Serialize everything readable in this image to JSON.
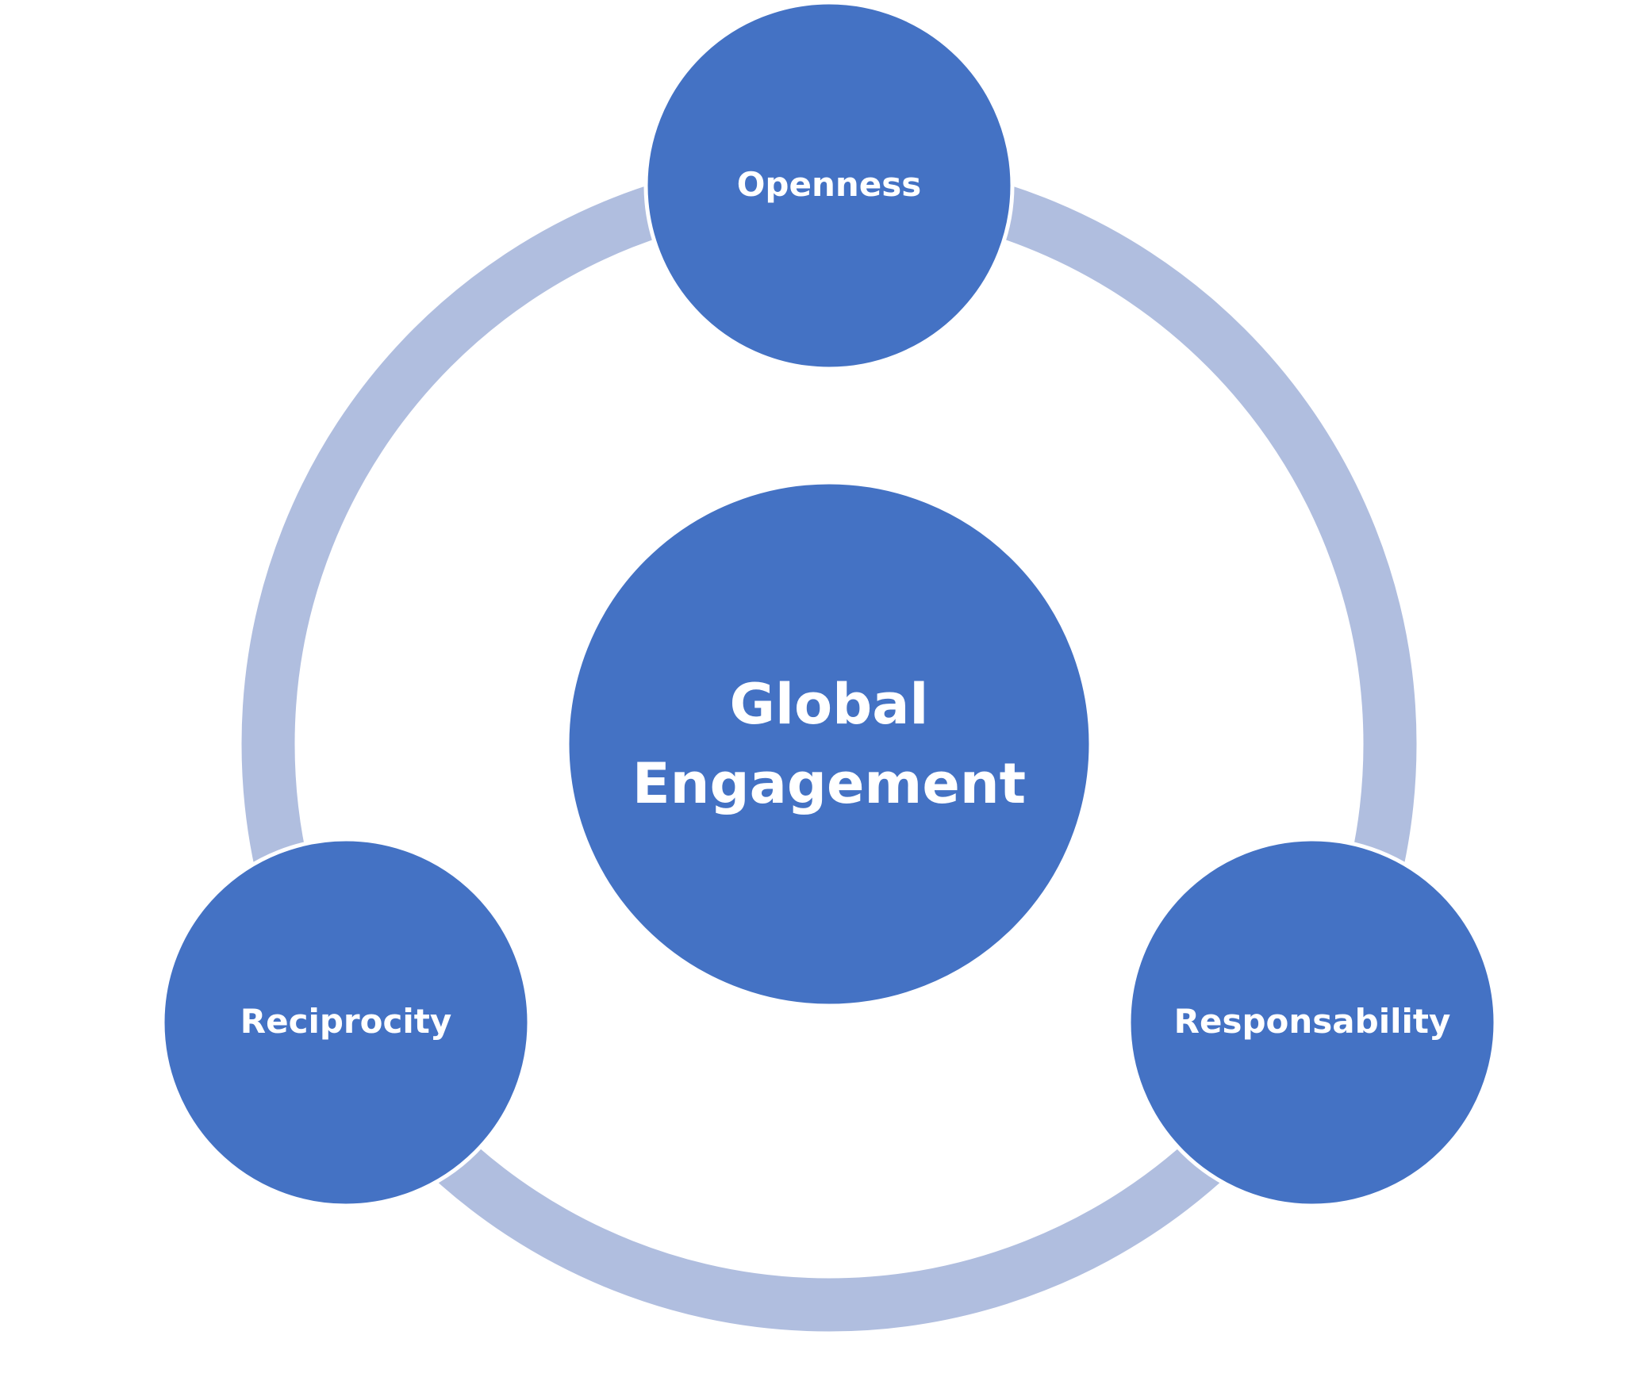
{
  "center": {
    "line1": "Global",
    "line2": "Engagement"
  },
  "nodes": {
    "top": "Openness",
    "left": "Reciprocity",
    "right": "Responsability"
  },
  "colors": {
    "node_fill": "#4472C4",
    "ring": "#B0BEDF",
    "node_stroke": "#ffffff",
    "text": "#ffffff"
  }
}
